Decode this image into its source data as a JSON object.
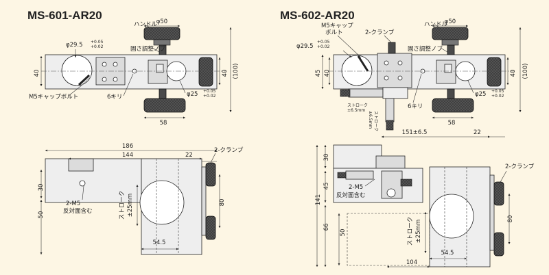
{
  "left": {
    "title": "MS-601-AR20",
    "labels": {
      "handle": "ハンドル",
      "fix_knob": "固さ調整ノブ",
      "cap_bolt": "M5キャップボルト",
      "drill": "6キリ",
      "clamp": "2-クランプ",
      "m5": "2-M5",
      "opposite": "反対面含む",
      "stroke": "ストローク",
      "stroke_val": "±25mm"
    },
    "dims": {
      "phi50": "φ50",
      "phi295": "φ29.5",
      "phi295_tol_plus": "+0.05",
      "phi295_tol_minus": "+0.02",
      "phi25": "φ25",
      "phi25_tol_plus": "+0.05",
      "phi25_tol_minus": "+0.02",
      "h40_left": "40",
      "h40_right": "40",
      "h100": "(100)",
      "w58": "58",
      "w186": "186",
      "w144": "144",
      "w22": "22",
      "h30": "30",
      "h50": "50",
      "h80": "80",
      "w545": "54.5"
    }
  },
  "right": {
    "title": "MS-602-AR20",
    "labels": {
      "cap_bolt_1": "M5キャップ",
      "cap_bolt_2": "ボルト",
      "clamp_top": "2-クランプ",
      "handle": "ハンドル",
      "fix_knob": "固さ調整ノブ",
      "drill": "6キリ",
      "stroke1": "ストローク",
      "stroke1_val": "±6.5mm",
      "stroke2": "ストローク",
      "stroke2_val": "±6.5mm",
      "clamp": "2-クランプ",
      "m5": "2-M5",
      "opposite": "反対面含む",
      "stroke3": "ストローク",
      "stroke3_val": "±25mm"
    },
    "dims": {
      "phi50": "φ50",
      "phi295": "φ29.5",
      "phi295_tol_plus": "+0.05",
      "phi295_tol_minus": "+0.02",
      "phi25": "φ25",
      "phi25_tol_plus": "+0.05",
      "phi25_tol_minus": "+0.02",
      "h45": "45",
      "h40_left": "40",
      "h40_right": "40",
      "h100": "(100)",
      "w58": "58",
      "w151": "151±6.5",
      "w22": "22",
      "h30": "30",
      "h45b": "45",
      "h141": "141",
      "h66": "66",
      "h50": "50",
      "h80": "80",
      "w545": "54.5",
      "w104": "104"
    }
  }
}
